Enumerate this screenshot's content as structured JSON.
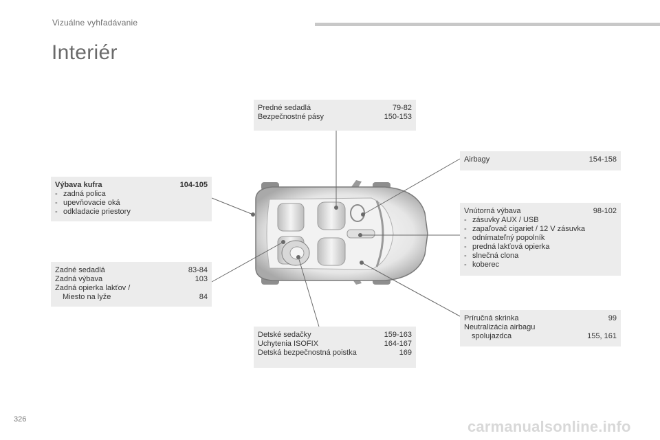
{
  "header": {
    "section_title": "Vizuálne vyhľadávanie"
  },
  "page": {
    "title": "Interiér",
    "number": "326"
  },
  "boxes": {
    "front_seats": {
      "rows": [
        {
          "label": "Predné sedadlá",
          "pages": "79-82"
        },
        {
          "label": "Bezpečnostné pásy",
          "pages": "150-153"
        }
      ]
    },
    "airbags": {
      "rows": [
        {
          "label": "Airbagy",
          "pages": "154-158"
        }
      ]
    },
    "boot": {
      "heading": {
        "label": "Výbava kufra",
        "pages": "104-105"
      },
      "items": [
        "zadná polica",
        "upevňovacie oká",
        "odkladacie priestory"
      ]
    },
    "interior": {
      "heading": {
        "label": "Vnútorná výbava",
        "pages": "98-102"
      },
      "items": [
        "zásuvky AUX / USB",
        "zapaľovač cigariet / 12 V zásuvka",
        "odnímateľný popolník",
        "predná lakťová opierka",
        "slnečná clona",
        "koberec"
      ]
    },
    "rear_seats": {
      "rows": [
        {
          "label": "Zadné sedadlá",
          "pages": "83-84"
        },
        {
          "label": "Zadná výbava",
          "pages": "103"
        }
      ],
      "armrest_line1": "Zadná opierka lakťov /",
      "armrest_line2": "Miesto na lyže",
      "armrest_pages": "84"
    },
    "glovebox": {
      "rows": [
        {
          "label": "Príručná skrinka",
          "pages": "99"
        }
      ],
      "airbag_line1": "Neutralizácia airbagu",
      "airbag_line2": "spolujazdca",
      "airbag_pages": "155, 161"
    },
    "child_seats": {
      "rows": [
        {
          "label": "Detské sedačky",
          "pages": "159-163"
        },
        {
          "label": "Uchytenia ISOFIX",
          "pages": "164-167"
        },
        {
          "label": "Detská bezpečnostná poistka",
          "pages": "169"
        }
      ]
    }
  },
  "item_dash": "-",
  "watermark": "carmanualsonline.info"
}
